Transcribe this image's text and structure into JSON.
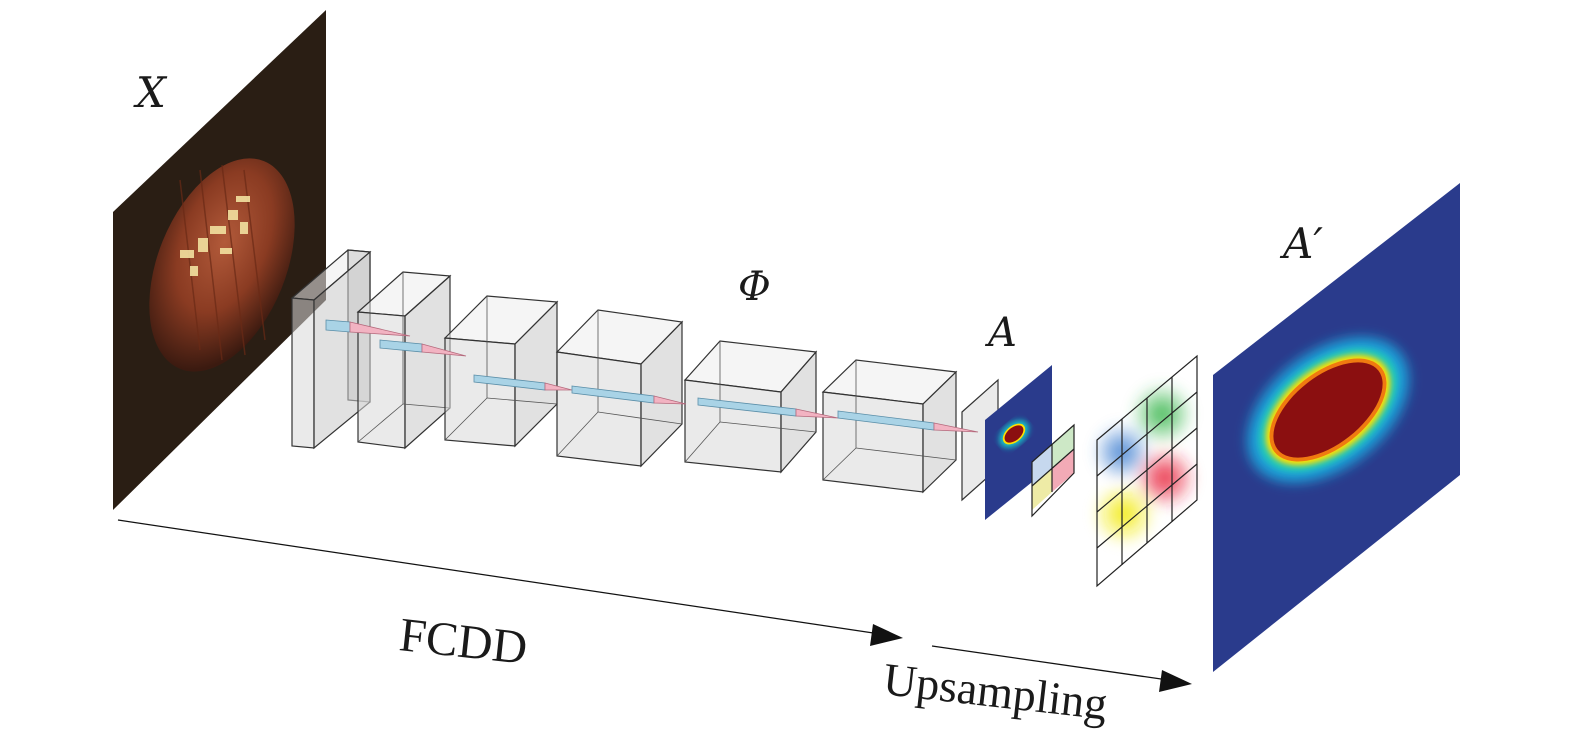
{
  "labels": {
    "input": "X",
    "network": "Φ",
    "heatmap": "A",
    "upsampled": "A′",
    "method": "FCDD",
    "upsampling": "Upsampling"
  },
  "colors": {
    "heatmap_background": "#2a3b8c",
    "heatmap_core": "#8b0f10",
    "input_background": "#2a1e14",
    "input_object": "#8a3b22",
    "layer_fill": "#d9d9d9"
  }
}
